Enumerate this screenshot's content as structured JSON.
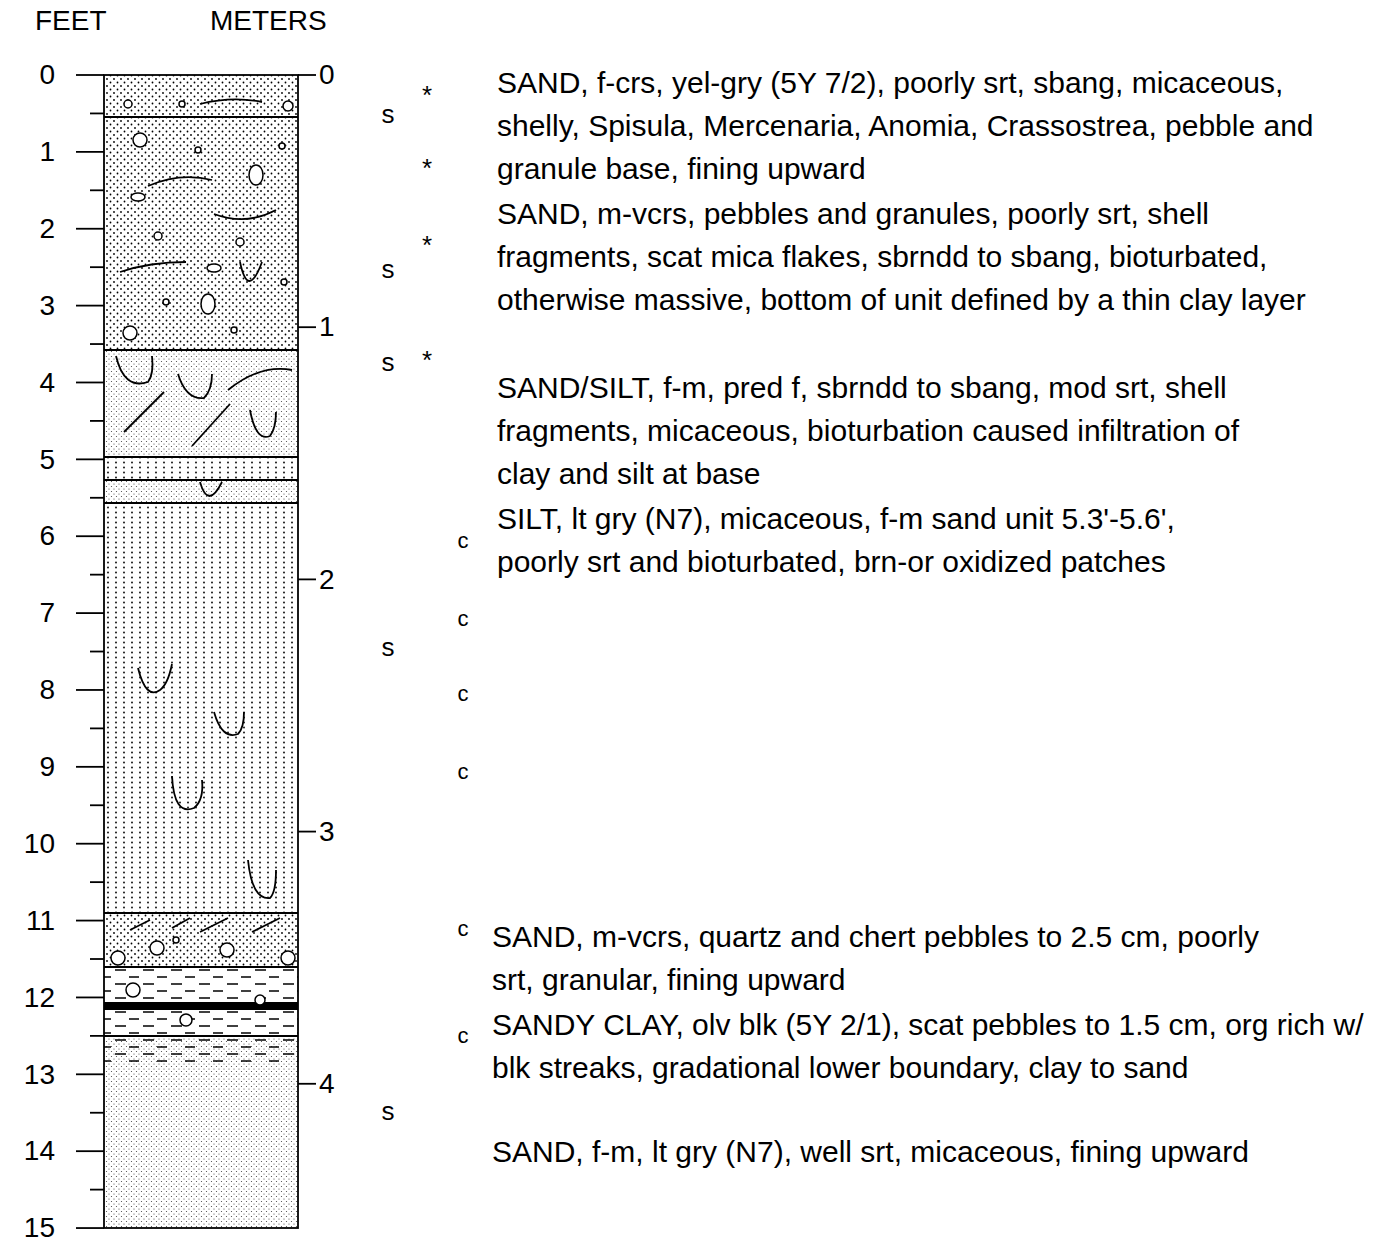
{
  "diagram": {
    "labels": [
      "FEET",
      "METERS",
      "0",
      "1",
      "2",
      "3",
      "4",
      "5",
      "6",
      "7",
      "8",
      "9",
      "10",
      "11",
      "12",
      "13",
      "14",
      "15",
      "0",
      "1",
      "2",
      "3",
      "4",
      "*",
      "s",
      "*",
      "*",
      "s",
      "*",
      "s",
      "c",
      "c",
      "s",
      "c",
      "c",
      "c",
      "c",
      "s",
      "SAND, f-crs, yel-gry (5Y 7/2), poorly srt, sbang, micaceous, shelly, Spisula, Mercenaria, Anomia, Crassostrea, pebble and granule base, fining upward",
      "SAND, m-vcrs, pebbles and granules, poorly srt, shell fragments, scat mica flakes, sbrndd to sbang, bioturbated, otherwise massive, bottom of unit defined by a thin clay layer",
      "SAND/SILT, f-m, pred f, sbrndd to sbang, mod srt, shell fragments, micaceous, bioturbation caused infiltration of clay and silt at base",
      "SILT, lt gry (N7), micaceous, f-m sand unit 5.3'-5.6', poorly srt and bioturbated, brn-or oxidized patches",
      "SAND, m-vcrs, quartz and chert pebbles to 2.5 cm, poorly srt, granular, fining upward",
      "SANDY CLAY, olv blk (5Y 2/1), scat pebbles to 1.5 cm, org rich w/ blk streaks, gradational lower boundary, clay to sand",
      "SAND, f-m, lt gry (N7), well srt, micaceous, fining upward"
    ]
  }
}
